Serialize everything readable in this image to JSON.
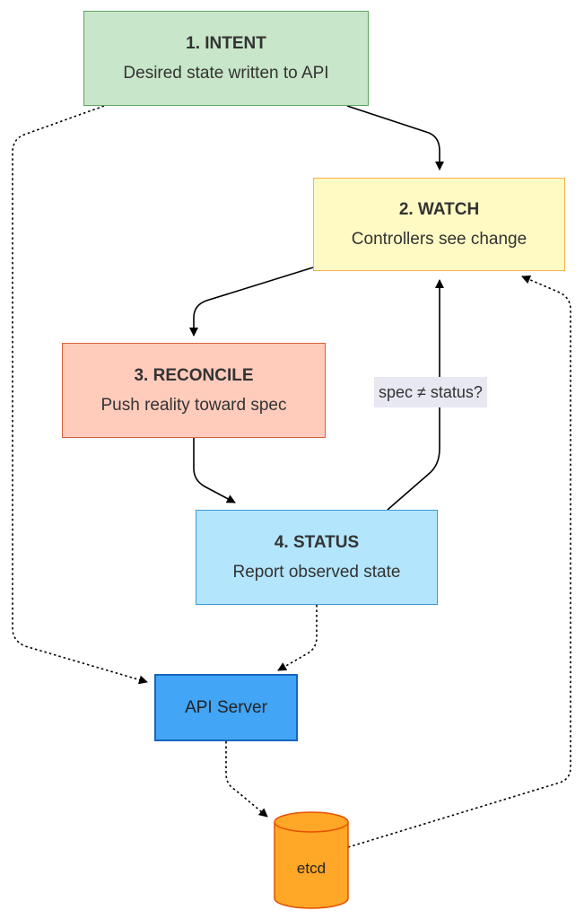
{
  "nodes": {
    "intent": {
      "title": "1. INTENT",
      "desc": "Desired state written to API",
      "fill": "#c8e6c9",
      "stroke": "#5fa463"
    },
    "watch": {
      "title": "2. WATCH",
      "desc": "Controllers see change",
      "fill": "#fff9c4",
      "stroke": "#f2b44a"
    },
    "reconcile": {
      "title": "3. RECONCILE",
      "desc": "Push reality toward spec",
      "fill": "#ffccbc",
      "stroke": "#d9603d"
    },
    "status": {
      "title": "4. STATUS",
      "desc": "Report observed state",
      "fill": "#b3e5fc",
      "stroke": "#3d99d6"
    },
    "api": {
      "label": "API Server",
      "fill": "#42a5f5",
      "stroke": "#1565c0"
    },
    "etcd": {
      "label": "etcd",
      "fill": "#ffa726",
      "stroke": "#e65100"
    }
  },
  "edges": [
    {
      "from": "intent",
      "to": "watch",
      "style": "solid"
    },
    {
      "from": "watch",
      "to": "reconcile",
      "style": "solid"
    },
    {
      "from": "reconcile",
      "to": "status",
      "style": "solid"
    },
    {
      "from": "status",
      "to": "watch",
      "style": "solid",
      "label": "spec ≠ status?"
    },
    {
      "from": "intent",
      "to": "api",
      "style": "dotted"
    },
    {
      "from": "status",
      "to": "api",
      "style": "dotted"
    },
    {
      "from": "api",
      "to": "etcd",
      "style": "dotted"
    },
    {
      "from": "etcd",
      "to": "watch",
      "style": "dotted"
    }
  ]
}
